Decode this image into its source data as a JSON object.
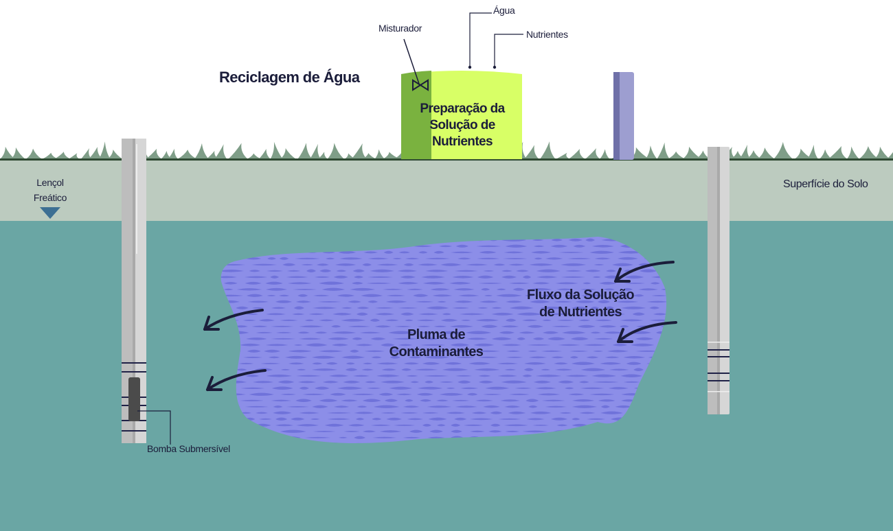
{
  "title": "Reciclagem de Água",
  "labels": {
    "water": "Água",
    "nutrients": "Nutrientes",
    "mixer": "Misturador",
    "water_table_line1": "Lençol",
    "water_table_line2": "Freático",
    "soil_surface": "Superfície do Solo",
    "pump": "Bomba Submersível"
  },
  "tank": {
    "line1": "Preparação da",
    "line2": "Solução de",
    "line3": "Nutrientes"
  },
  "plume": {
    "line1": "Pluma de",
    "line2": "Contaminantes"
  },
  "flow": {
    "line1": "Fluxo da Solução",
    "line2": "de Nutrientes"
  },
  "colors": {
    "groundwater": "#6aa6a4",
    "soil": "#bccbbf",
    "grass": "#7f9e88",
    "ground_line": "#2f4a33",
    "tank_light": "#d8ff66",
    "tank_dark": "#7ab23f",
    "plume": "#8c8ee8",
    "plume_dark": "#6668d6",
    "well": "#d6d6d6",
    "well_shade": "#a9a9a9",
    "well_band": "#1f2146",
    "pump_body": "#4b4b4b",
    "post_light": "#9d9ed0",
    "post_dark": "#6f70a8",
    "water_table_marker": "#3d6f93",
    "text": "#1b1d3a"
  }
}
